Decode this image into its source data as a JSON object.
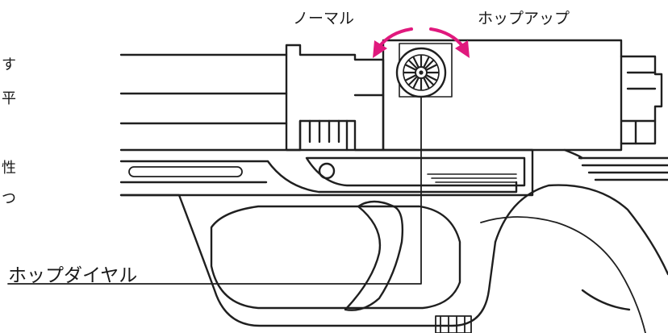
{
  "labels": {
    "normal": "ノーマル",
    "hop_up": "ホップアップ",
    "hop_dial": "ホップダイヤル"
  },
  "cropped_text_fragments": [
    "す",
    "平",
    "性",
    "つ"
  ],
  "colors": {
    "arrow": "#e0197d",
    "line": "#1f1f1f",
    "fill": "#ffffff",
    "shade": "#e6e6e6"
  },
  "icons": {
    "hop_dial": "knurled-dial-icon",
    "normal_direction": "curved-arrow-left-icon",
    "hop_up_direction": "curved-arrow-right-icon"
  }
}
